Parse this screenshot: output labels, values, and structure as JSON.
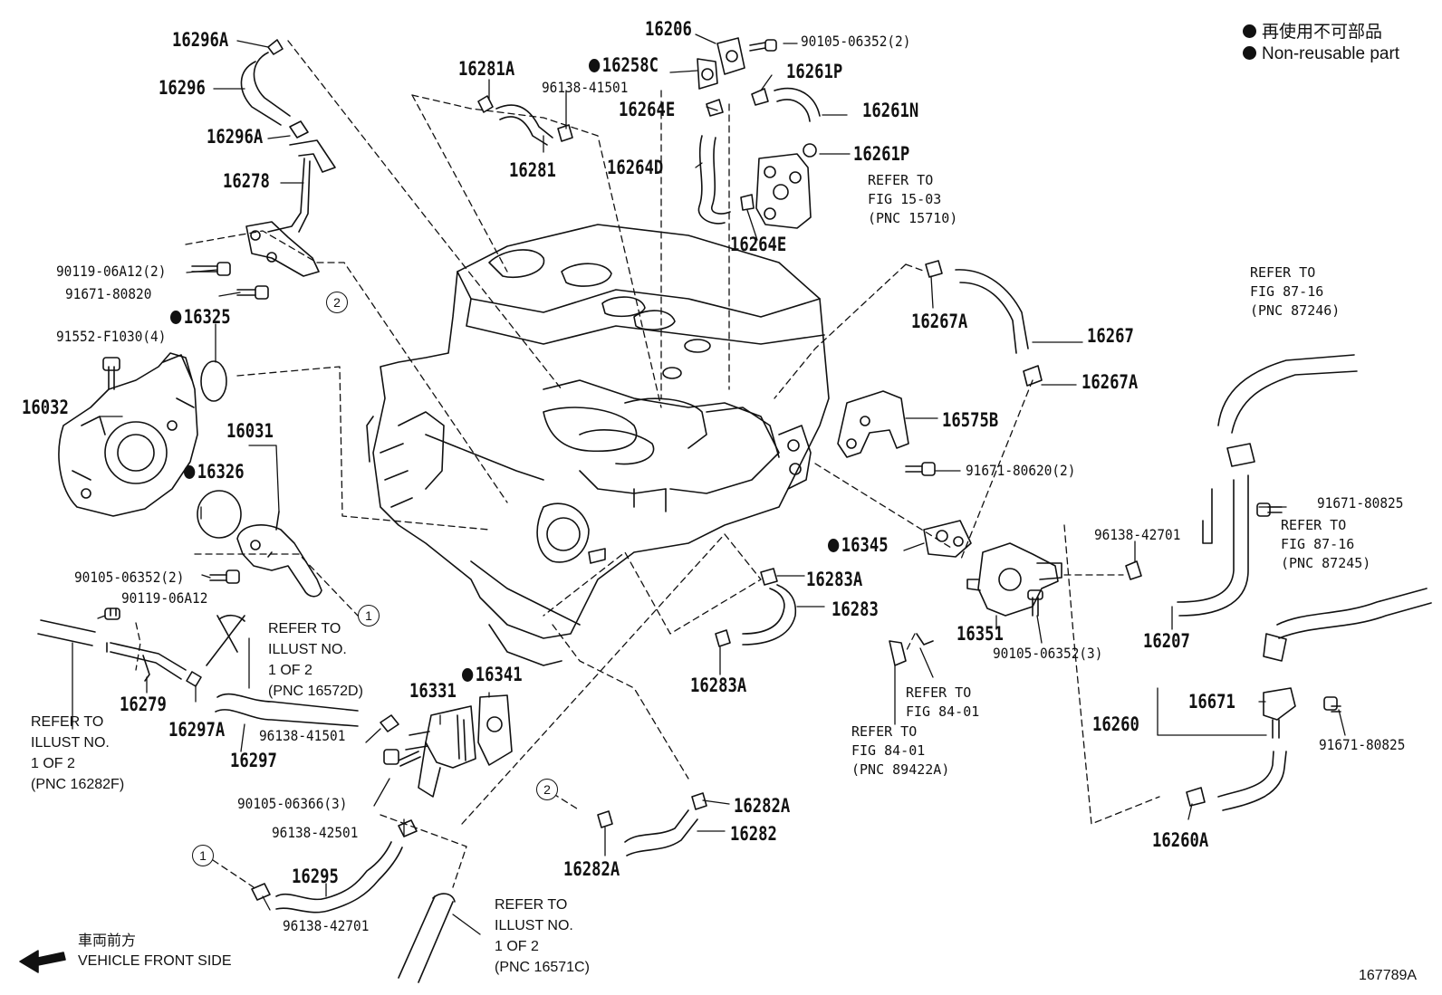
{
  "legend": {
    "line_jp": "再使用不可部品",
    "line_en": "Non-reusable part"
  },
  "figure_code": "167789A",
  "front_side": {
    "jp": "車両前方",
    "en": "VEHICLE FRONT SIDE"
  },
  "callouts": {
    "one": "1",
    "two": "2"
  },
  "parts": {
    "p16296A_top": "16296A",
    "p16296": "16296",
    "p16296A_mid": "16296A",
    "p16278": "16278",
    "p90119_06A12_2": "90119-06A12(2)",
    "p91671_80820": "91671-80820",
    "p16325": "16325",
    "p91552": "91552-F1030(4)",
    "p16032": "16032",
    "p16031": "16031",
    "p16326": "16326",
    "p90105_06352_2_left": "90105-06352(2)",
    "p90119_06A12": "90119-06A12",
    "p16279": "16279",
    "p16297A": "16297A",
    "p96138_41501_low": "96138-41501",
    "p16297": "16297",
    "p16331": "16331",
    "p16341": "16341",
    "p90105_06366": "90105-06366(3)",
    "p96138_42501": "96138-42501",
    "p16295": "16295",
    "p96138_42701_low": "96138-42701",
    "p16281A": "16281A",
    "p96138_41501_top": "96138-41501",
    "p16281": "16281",
    "p16258C": "16258C",
    "p16206": "16206",
    "p90105_06352_2_top": "90105-06352(2)",
    "p16264E_top": "16264E",
    "p16264D": "16264D",
    "p16264E_low": "16264E",
    "p16261P_top": "16261P",
    "p16261N": "16261N",
    "p16261P_low": "16261P",
    "p16267A_left": "16267A",
    "p16267": "16267",
    "p16267A_right": "16267A",
    "p16575B": "16575B",
    "p91671_80620": "91671-80620(2)",
    "p16345": "16345",
    "p96138_42701_right": "96138-42701",
    "p16351": "16351",
    "p90105_06352_3": "90105-06352(3)",
    "p16283A_top": "16283A",
    "p16283": "16283",
    "p16283A_low": "16283A",
    "p16282A_right": "16282A",
    "p16282": "16282",
    "p16282A_low": "16282A",
    "p16207": "16207",
    "p91671_80825_top": "91671-80825",
    "p16671": "16671",
    "p16260": "16260",
    "p91671_80825_low": "91671-80825",
    "p16260A": "16260A"
  },
  "notes": {
    "refer_15_03": "REFER TO\nFIG 15-03\n(PNC 15710)",
    "refer_87_16_a": "REFER TO\nFIG 87-16\n(PNC 87246)",
    "refer_87_16_b": "REFER TO\nFIG 87-16\n(PNC 87245)",
    "refer_16572D": "REFER TO\nILLUST NO.\n1 OF 2\n(PNC 16572D)",
    "refer_16282F": "REFER TO\nILLUST NO.\n1 OF 2\n(PNC 16282F)",
    "refer_16571C": "REFER TO\nILLUST NO.\n1 OF 2\n(PNC 16571C)",
    "refer_84_01_a": "REFER TO\nFIG 84-01",
    "refer_84_01_b": "REFER TO\nFIG 84-01\n(PNC 89422A)"
  }
}
